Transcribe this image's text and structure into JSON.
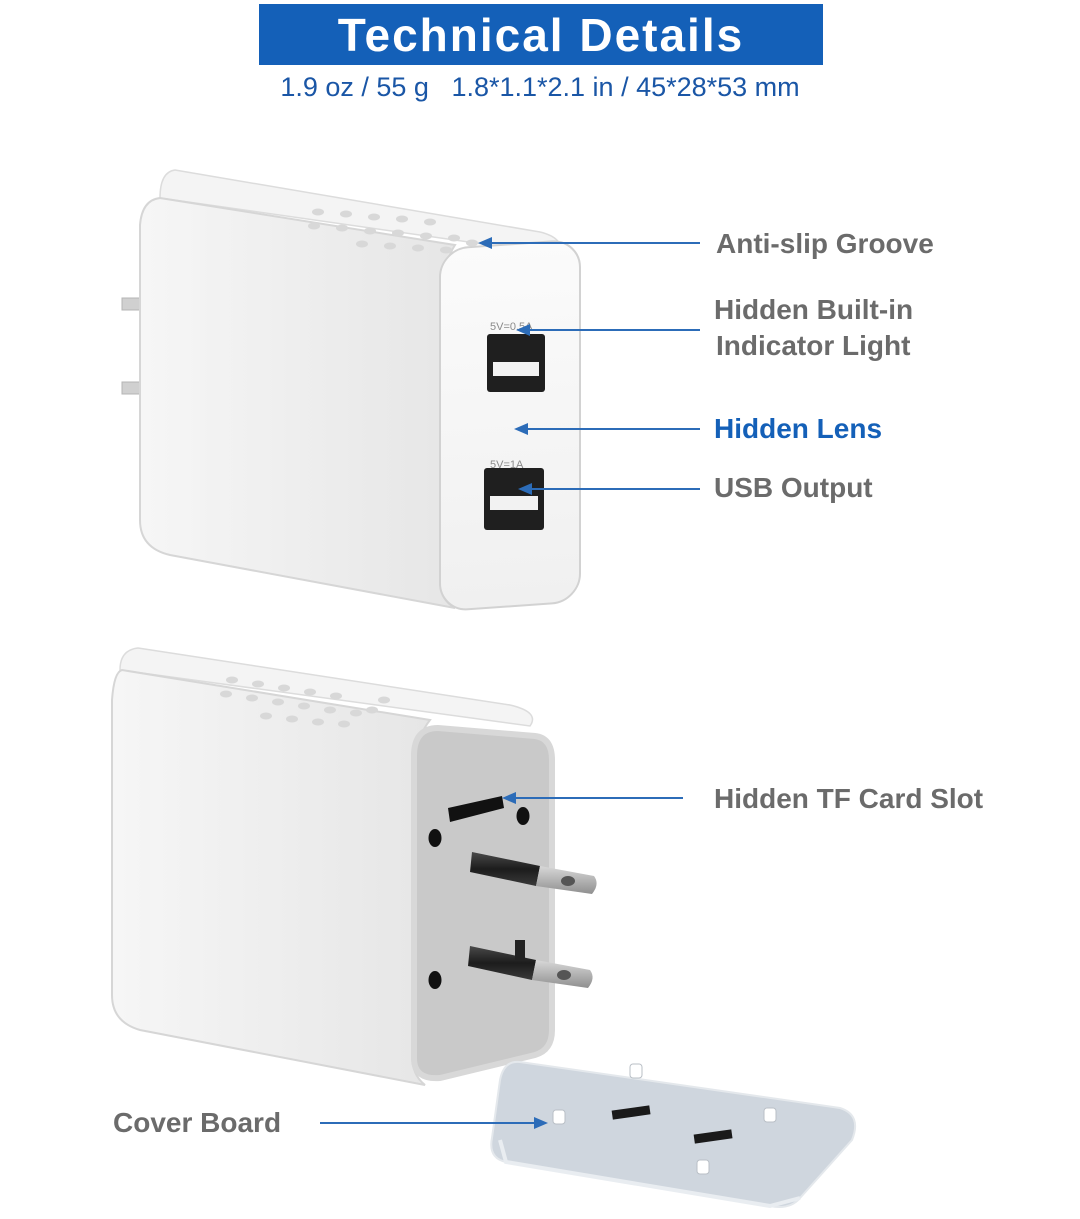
{
  "header": {
    "title": "Technical Details",
    "specs": "1.9 oz / 55 g   1.8*1.1*2.1 in / 45*28*53 mm"
  },
  "device_top": {
    "port1_rating": "5V=0.5A",
    "port2_rating": "5V=1A"
  },
  "callouts": {
    "anti_slip_groove": "Anti-slip Groove",
    "indicator_light_line1": "Hidden Built-in",
    "indicator_light_line2": "Indicator Light",
    "hidden_lens": "Hidden Lens",
    "usb_output": "USB Output",
    "tf_card_slot": "Hidden TF Card Slot",
    "cover_board": "Cover Board"
  },
  "colors": {
    "banner": "#1460b8",
    "specs_text": "#1a56a6",
    "label_gray": "#6b6b6b",
    "label_blue": "#1460b8",
    "leader_line": "#2c6cb8"
  }
}
